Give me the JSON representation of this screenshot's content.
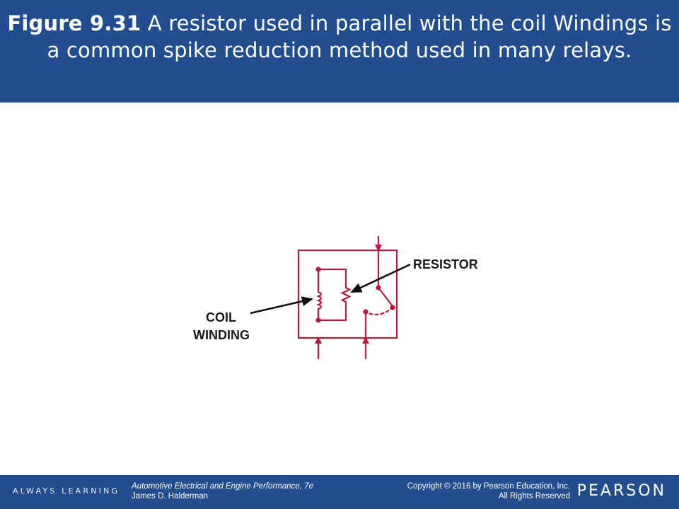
{
  "header": {
    "figure_number": "Figure 9.31",
    "caption": "A resistor used in parallel with the coil Windings is a common spike reduction method used in many relays.",
    "background_color": "#224e8f"
  },
  "diagram": {
    "line_color": "#c0183a",
    "labels": {
      "resistor": "RESISTOR",
      "coil_line1": "COIL",
      "coil_line2": "WINDING"
    }
  },
  "footer": {
    "tagline": "ALWAYS LEARNING",
    "book_title": "Automotive Electrical and Engine Performance, 7e",
    "author": "James D. Halderman",
    "copyright": "Copyright © 2016 by Pearson Education, Inc.",
    "rights": "All Rights Reserved",
    "brand": "PEARSON",
    "background_color": "#224e8f"
  }
}
